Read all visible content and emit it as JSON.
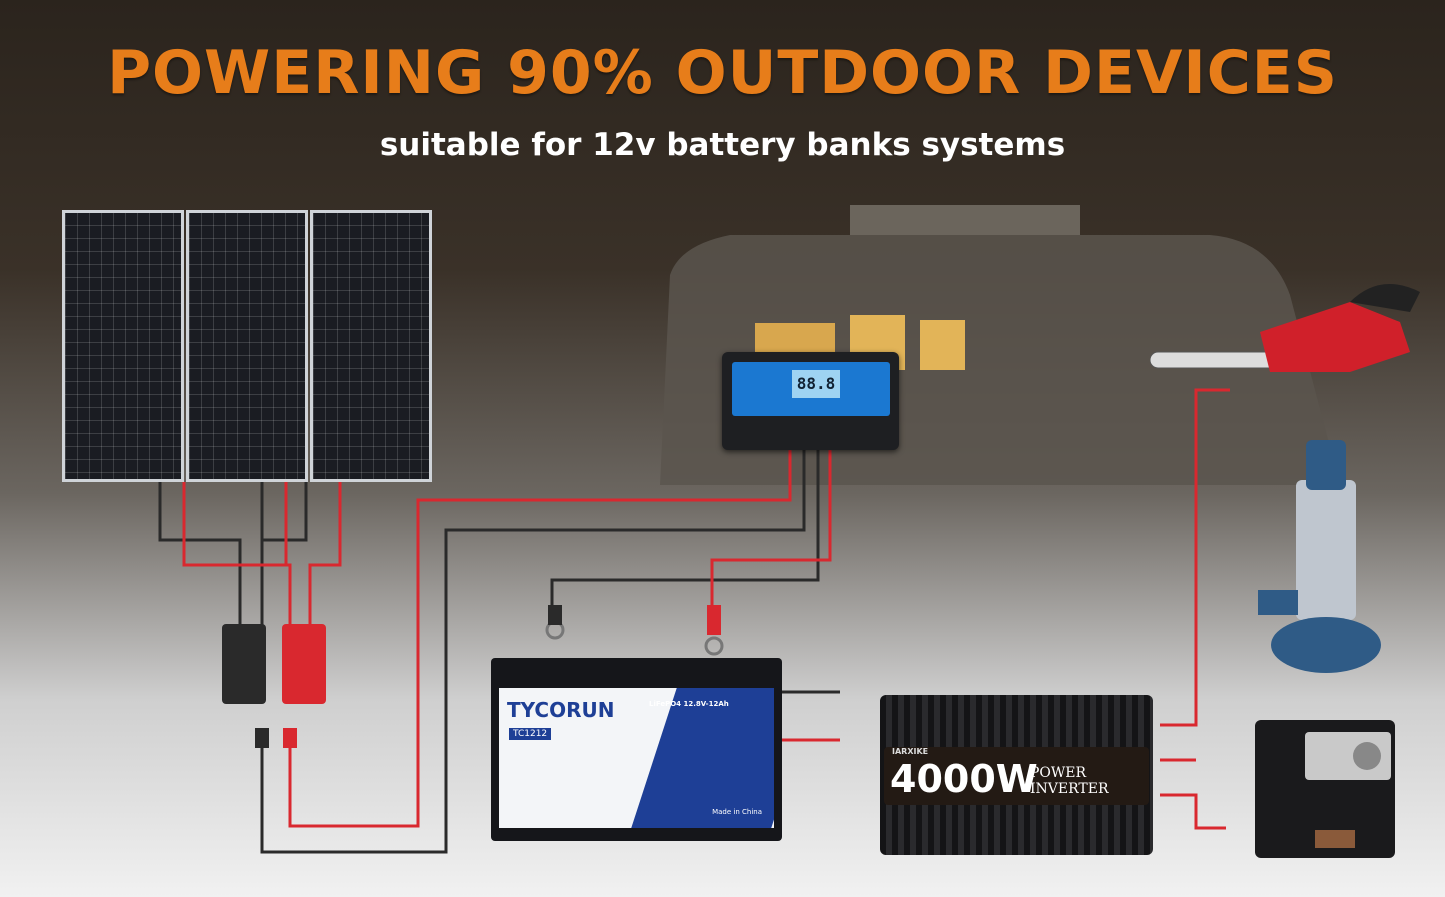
{
  "headline": "POWERING 90% OUTDOOR DEVICES",
  "subheadline": "suitable for 12v battery banks systems",
  "charge_controller": {
    "lcd": "88.8"
  },
  "battery": {
    "brand": "TYCORUN",
    "model": "TC1212",
    "chemistry": "LiFePO4 12.8V-12Ah",
    "made_in": "Made in China"
  },
  "inverter": {
    "brand": "IARXIKE",
    "wattage": "4000W",
    "label": "POWER INVERTER"
  },
  "devices": [
    "chainsaw-icon",
    "water-pump-icon",
    "coffee-machine-icon"
  ],
  "colors": {
    "headline": "#e77d1a",
    "positive_wire": "#d9282f",
    "negative_wire": "#2a2a2a",
    "battery_blue": "#1e3f96"
  }
}
